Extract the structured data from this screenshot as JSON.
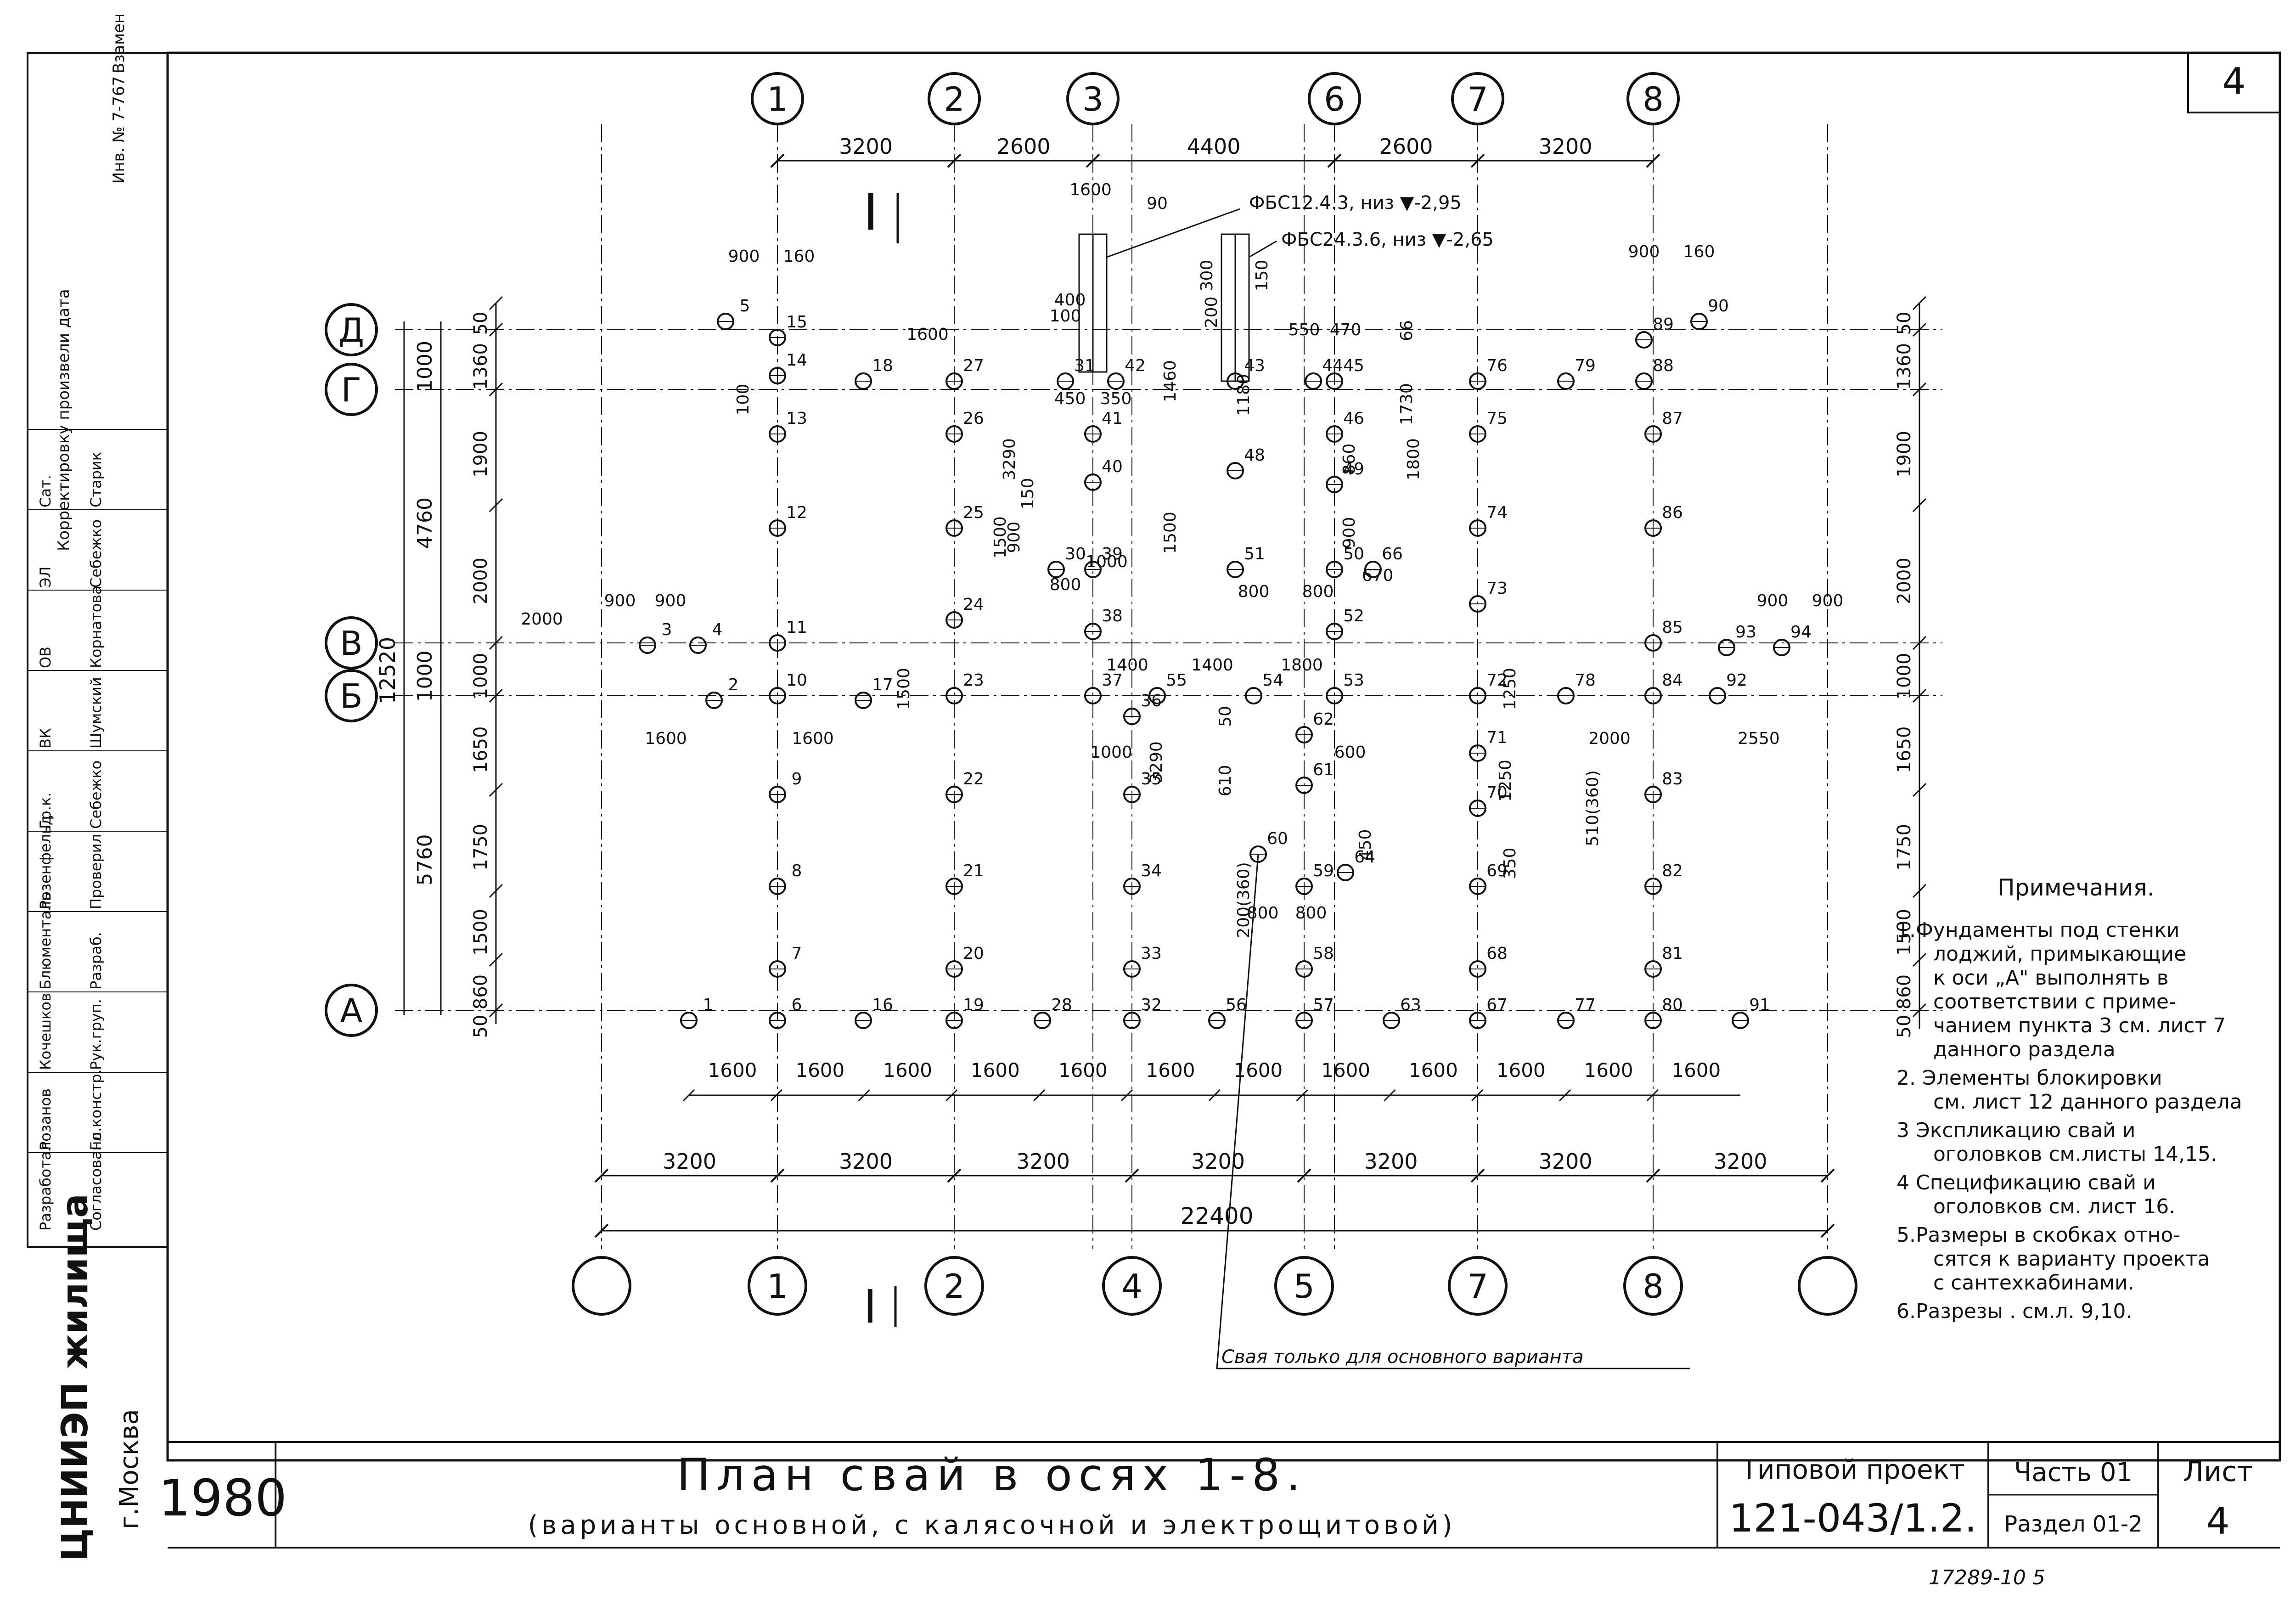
{
  "sheet_corner_number": "4",
  "title_block": {
    "year": "1980",
    "title": "План свай в осях 1-8.",
    "subtitle": "(варианты основной, с калясочной и электрощитовой)",
    "project_label": "Типовой проект",
    "project_number": "121-043/1.2.",
    "part_label": "Часть 01",
    "section_label": "Раздел 01-2",
    "sheet_label": "Лист",
    "sheet_number": "4",
    "organization": "ЦНИИЭП жилища",
    "city": "г.Москва",
    "footer_number": "17289-10  5"
  },
  "left_stamp": {
    "rows": [
      [
        "Разработал",
        "Согласовано"
      ],
      [
        "Розанов",
        "Гл.констр."
      ],
      [
        "Кочешков",
        "Рук.груп."
      ],
      [
        "Блюменталь",
        "Разраб."
      ],
      [
        "Розенфельд",
        "Проверил"
      ],
      [
        "Гр.к.",
        "Себежко"
      ],
      [
        "ВК",
        "Шумский"
      ],
      [
        "ОВ",
        "Корнатова"
      ],
      [
        "ЭЛ",
        "Себежко"
      ],
      [
        "Сат.",
        "Старик"
      ]
    ],
    "approval_header": "Корректировку произвели дата",
    "inventory": "Инв. № 7-767",
    "replace_label": "Взамен"
  },
  "axes_top": [
    "1",
    "2",
    "3",
    "6",
    "7",
    "8"
  ],
  "axes_bottom": [
    "",
    "1",
    "2",
    "4",
    "5",
    "7",
    "8",
    ""
  ],
  "axes_left": [
    "Д",
    "Г",
    "В",
    "Б",
    "А"
  ],
  "section_mark": "I",
  "dims_top": [
    "3200",
    "2600",
    "4400",
    "2600",
    "3200"
  ],
  "dims_bottom_spans": [
    "3200",
    "3200",
    "3200",
    "3200",
    "3200",
    "3200",
    "3200"
  ],
  "dim_total": "22400",
  "dims_bottom_row": [
    "1600",
    "1600",
    "1600",
    "1600",
    "1600",
    "1600",
    "1600",
    "1600",
    "1600",
    "1600",
    "1600",
    "1600"
  ],
  "dims_left_outer": [
    "12520"
  ],
  "dims_left_mid": [
    "1000",
    "4760",
    "1000",
    "5760"
  ],
  "dims_left_inner": [
    "50",
    "1360",
    "1900",
    "2000",
    "1000",
    "1650",
    "1750",
    "1500",
    "860",
    "50"
  ],
  "dims_right": [
    "50",
    "1360",
    "1900",
    "2000",
    "1000",
    "1650",
    "1750",
    "1500",
    "860",
    "50"
  ],
  "dims_misc": [
    "900",
    "160",
    "1600",
    "160",
    "900",
    "900",
    "900",
    "900",
    "900",
    "2000",
    "1600",
    "1600",
    "2000",
    "2550",
    "90",
    "1600",
    "1400",
    "1400",
    "1800",
    "800",
    "800",
    "800",
    "800",
    "800",
    "600",
    "1000",
    "1000",
    "3290",
    "3290",
    "1800",
    "1500",
    "1500",
    "1250",
    "1250",
    "350",
    "510(360)",
    "200(360)",
    "450",
    "450",
    "350",
    "550",
    "470",
    "1180",
    "150",
    "300",
    "200",
    "400",
    "100",
    "100",
    "150",
    "860",
    "900",
    "1730",
    "670",
    "66",
    "50",
    "610",
    "900",
    "1500",
    "1460"
  ],
  "foundation_labels": [
    "ФБС12.4.3, низ ▼-2,95",
    "ФБС24.3.6, низ ▼-2,65"
  ],
  "pile_note": "Свая только для основного варианта",
  "piles": [
    "1",
    "2",
    "3",
    "4",
    "5",
    "6",
    "7",
    "8",
    "9",
    "10",
    "11",
    "12",
    "13",
    "14",
    "15",
    "16",
    "17",
    "18",
    "19",
    "20",
    "21",
    "22",
    "23",
    "24",
    "25",
    "26",
    "27",
    "28",
    "30",
    "31",
    "32",
    "33",
    "34",
    "35",
    "36",
    "37",
    "38",
    "39",
    "40",
    "41",
    "42",
    "43",
    "44",
    "45",
    "46",
    "48",
    "49",
    "50",
    "51",
    "52",
    "53",
    "54",
    "55",
    "56",
    "57",
    "58",
    "59",
    "60",
    "61",
    "62",
    "63",
    "64",
    "66",
    "67",
    "68",
    "69",
    "70",
    "71",
    "72",
    "73",
    "74",
    "75",
    "76",
    "77",
    "78",
    "79",
    "80",
    "81",
    "82",
    "83",
    "84",
    "85",
    "86",
    "87",
    "88",
    "89",
    "90",
    "91",
    "92",
    "93",
    "94"
  ],
  "notes": {
    "title": "Примечания.",
    "items": [
      "1.Фундаменты под стенки лоджий, примыкающие к оси „А\" выполнять в соответствии с примечанием пункта 3 см. лист 7 данного раздела",
      "2. Элементы блокировки см. лист 12 данного раздела",
      "3 Экспликацию свай и оголовков см.листы 14,15.",
      "4 Спецификацию свай и оголовков см. лист 16.",
      "5.Размеры в скобках относятся к варианту проекта с сантехкабинами.",
      "6.Разрезы . см.л. 9,10."
    ]
  }
}
